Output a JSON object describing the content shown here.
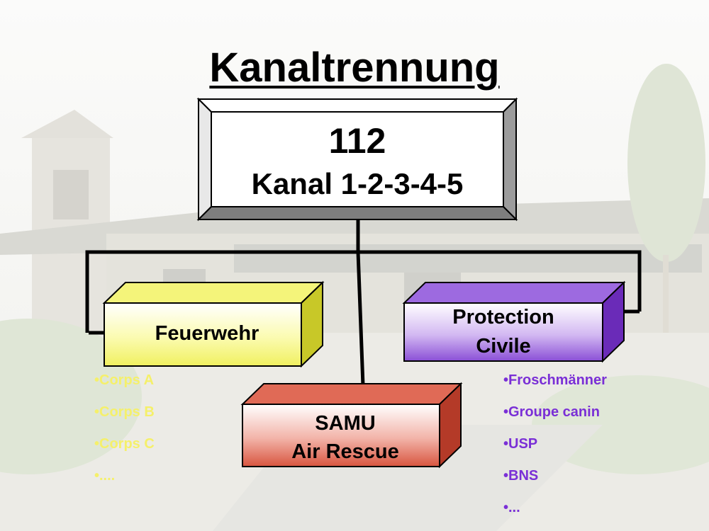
{
  "title": "Kanaltrennung",
  "top_box": {
    "line1": "112",
    "line2": "Kanal 1-2-3-4-5"
  },
  "feuerwehr": {
    "label": "Feuerwehr",
    "items": [
      "•Corps A",
      "•Corps B",
      "•Corps C",
      "•...."
    ],
    "color": "#f7f77a",
    "item_color": "#f5f06a"
  },
  "samu": {
    "line1": "SAMU",
    "line2": "Air Rescue",
    "color": "#e06a56"
  },
  "protection": {
    "line1": "Protection",
    "line2": "Civile",
    "items": [
      "•Froschmänner",
      "•Groupe canin",
      "•USP",
      "•BNS",
      "•..."
    ],
    "color": "#8a4fd6",
    "item_color": "#7a2fd6"
  }
}
